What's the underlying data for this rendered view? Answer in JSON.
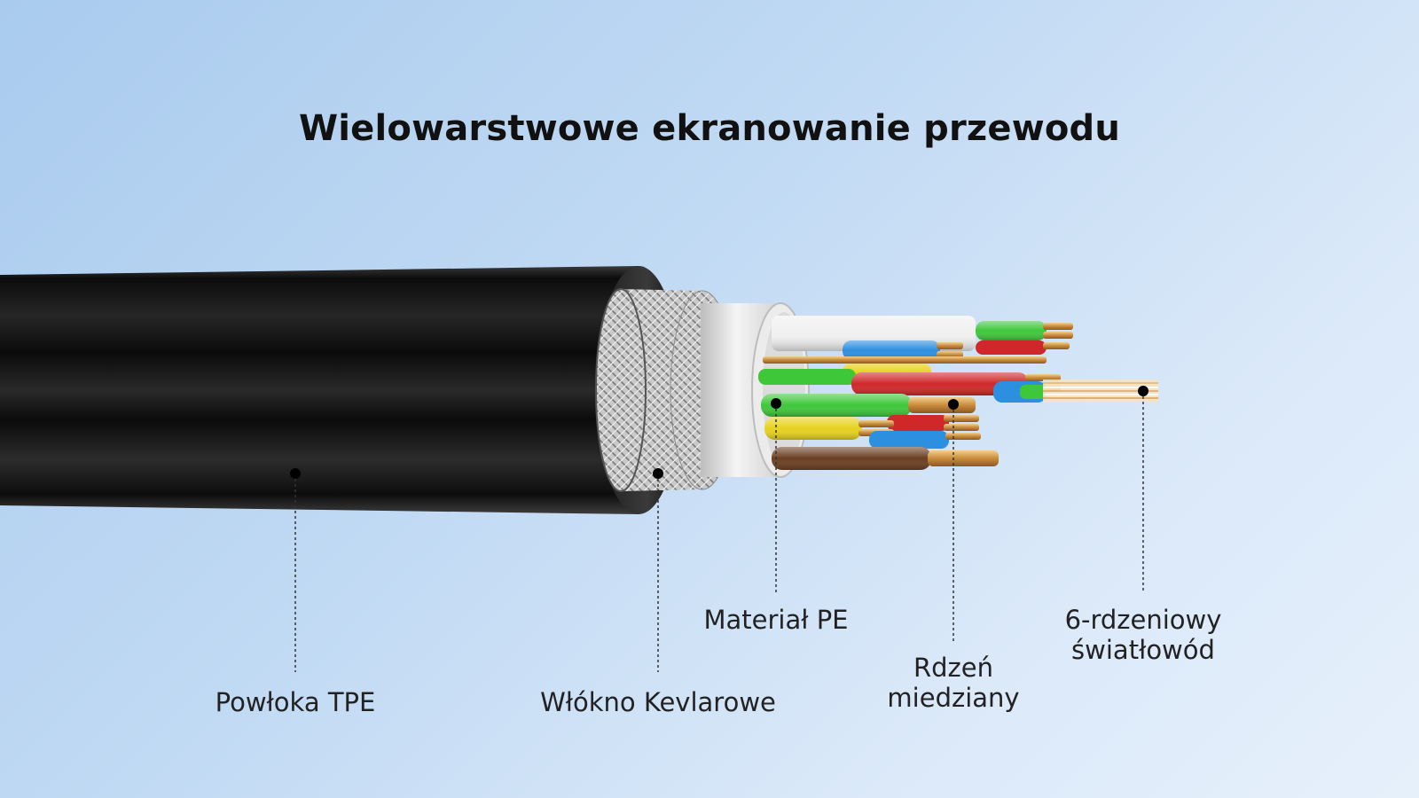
{
  "title": "Wielowarstwowe ekranowanie przewodu",
  "labels": {
    "tpe": "Powłoka TPE",
    "kevlar": "Włókno Kevlarowe",
    "pe": "Materiał PE",
    "copper_line1": "Rdzeń",
    "copper_line2": "miedziany",
    "fiber_line1": "6-rdzeniowy",
    "fiber_line2": "światłowód"
  },
  "colors": {
    "jacket": "#1a1a1a",
    "braid": "#b8b8b8",
    "pe_layer": "#e6e6e6",
    "copper": "#d9a45a",
    "wire_green": "#3fc73a",
    "wire_red": "#d0272a",
    "wire_blue": "#2d8fe0",
    "wire_yellow": "#e6d21e",
    "wire_brown": "#6b3f22",
    "leader": "#333333"
  }
}
